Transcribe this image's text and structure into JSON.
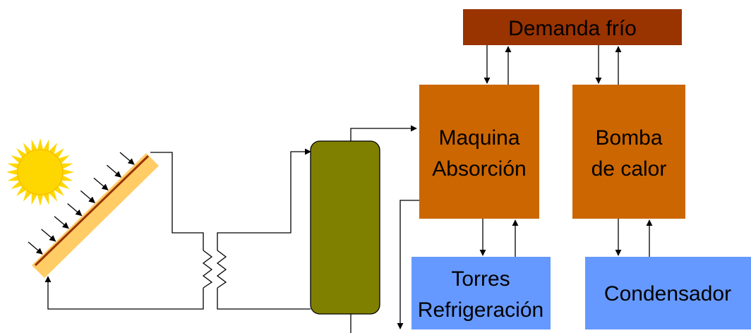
{
  "boxes": {
    "demanda": {
      "label": "Demanda frío",
      "color": "#993300"
    },
    "maquina": {
      "line1": "Maquina",
      "line2": "Absorción",
      "color": "#CC6600"
    },
    "bomba": {
      "line1": "Bomba",
      "line2": "de calor",
      "color": "#CC6600"
    },
    "torres": {
      "line1": "Torres",
      "line2": "Refrigeración",
      "color": "#6699FF"
    },
    "condensador": {
      "label": "Condensador",
      "color": "#6699FF"
    },
    "tanque": {
      "color": "#808000"
    }
  },
  "colors": {
    "sun": "#FFD700",
    "collector_frame": "#FFCC66",
    "collector_plate": "#993300",
    "line": "#000000"
  },
  "icons": {
    "sun": "sun-icon",
    "collector": "solar-collector",
    "heat_exchanger": "heat-exchanger-coil"
  }
}
